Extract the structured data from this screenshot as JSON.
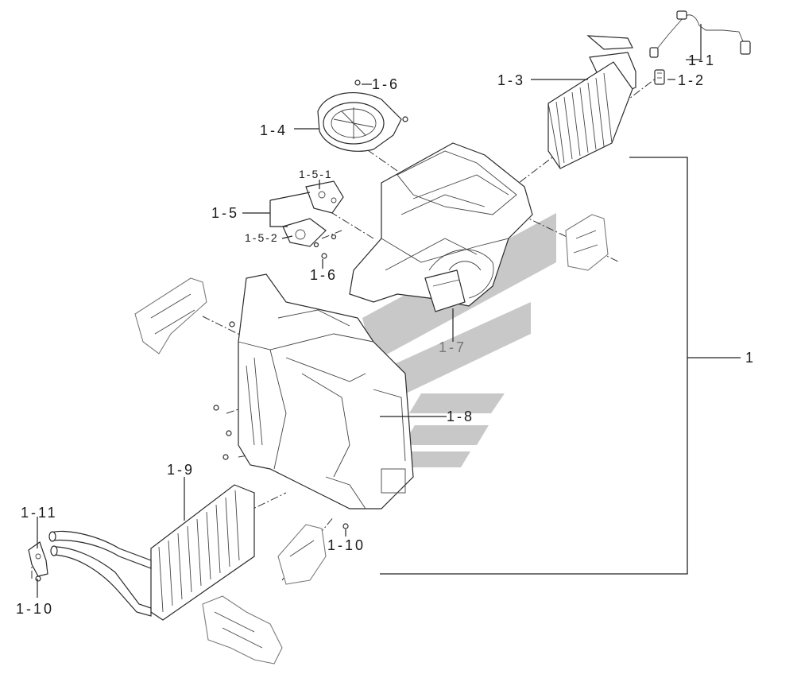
{
  "labels": {
    "c1": "1",
    "c1_1": "1-1",
    "c1_2": "1-2",
    "c1_3": "1-3",
    "c1_4": "1-4",
    "c1_5": "1-5",
    "c1_5_1": "1-5-1",
    "c1_5_2": "1-5-2",
    "c1_6_top": "1-6",
    "c1_6_mid": "1-6",
    "c1_7": "1-7",
    "c1_8": "1-8",
    "c1_9": "1-9",
    "c1_10_right": "1-10",
    "c1_10_left": "1-10",
    "c1_11": "1-11"
  },
  "colors": {
    "line": "#222222",
    "watermark": "#9a9a9a",
    "ghost_part": "#7a7a7a",
    "background": "#ffffff"
  }
}
